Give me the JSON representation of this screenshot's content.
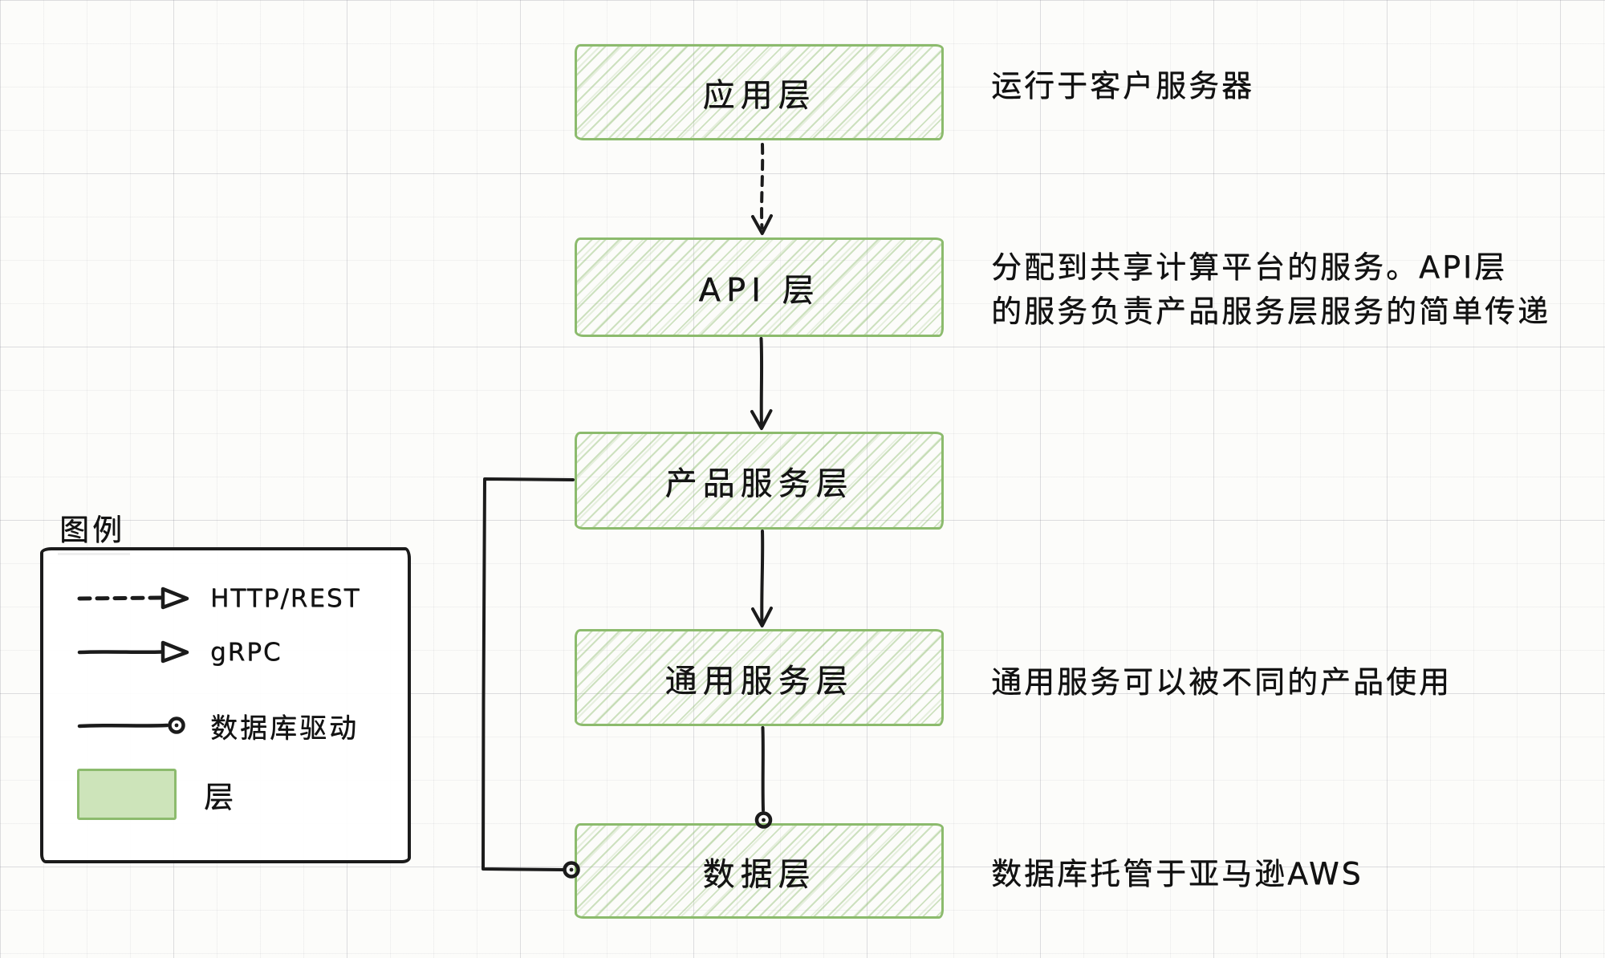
{
  "diagram": {
    "kind": "layered-architecture-flowchart",
    "style": "hand-drawn (excalidraw-like) on graph paper"
  },
  "colors": {
    "background": "#fcfcfa",
    "grid_line": "#e4e4e1",
    "layer_stroke": "#8cbb6d",
    "layer_hachure": "rgba(140,187,109,0.42)",
    "legend_swatch_fill": "#cde4ba",
    "ink": "#1b1b1b"
  },
  "layers": [
    {
      "label": "应用层",
      "annotation": "运行于客户服务器"
    },
    {
      "label": "API 层",
      "annotation_lines": [
        "分配到共享计算平台的服务。API层",
        "的服务负责产品服务层服务的简单传递"
      ]
    },
    {
      "label": "产品服务层",
      "annotation": ""
    },
    {
      "label": "通用服务层",
      "annotation": "通用服务可以被不同的产品使用"
    },
    {
      "label": "数据层",
      "annotation": "数据库托管于亚马逊AWS"
    }
  ],
  "connectors": [
    {
      "from": "应用层",
      "to": "API 层",
      "type": "HTTP/REST",
      "style": "dashed-arrow"
    },
    {
      "from": "API 层",
      "to": "产品服务层",
      "type": "gRPC",
      "style": "solid-arrow"
    },
    {
      "from": "产品服务层",
      "to": "通用服务层",
      "type": "gRPC",
      "style": "solid-arrow"
    },
    {
      "from": "通用服务层",
      "to": "数据层",
      "type": "数据库驱动",
      "style": "line-with-circle"
    },
    {
      "from": "产品服务层",
      "to": "数据层",
      "type": "数据库驱动",
      "style": "elbow-line-with-circle"
    }
  ],
  "legend": {
    "title": "图例",
    "items": [
      {
        "symbol": "dashed-arrow-icon",
        "label": "HTTP/REST"
      },
      {
        "symbol": "solid-arrow-icon",
        "label": "gRPC"
      },
      {
        "symbol": "line-circle-icon",
        "label": "数据库驱动"
      },
      {
        "symbol": "layer-swatch-icon",
        "label": "层"
      }
    ]
  }
}
